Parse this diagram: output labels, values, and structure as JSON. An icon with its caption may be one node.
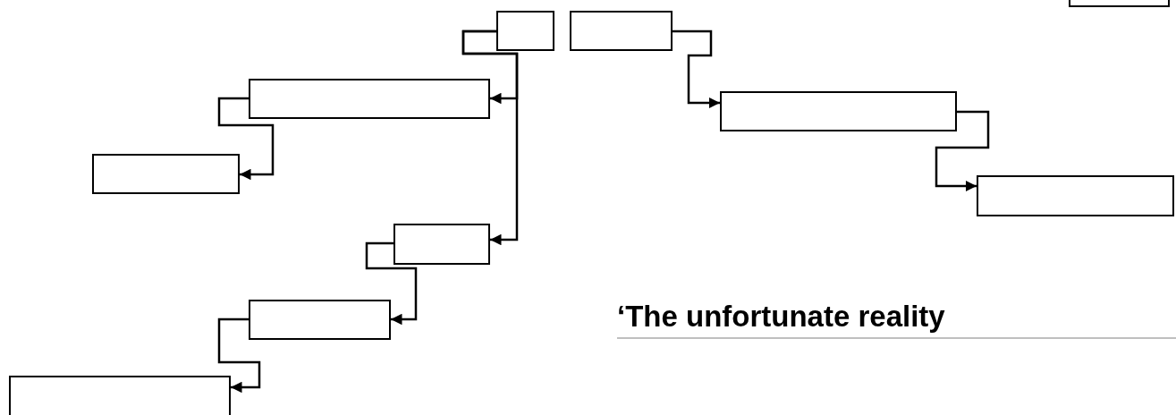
{
  "diagram": {
    "nodes": [
      {
        "text": [],
        "shape": "box"
      },
      {
        "text": [],
        "shape": "box"
      },
      {
        "text": [],
        "shape": "box"
      },
      {
        "text": [],
        "shape": "box"
      },
      {
        "text": [],
        "shape": "box"
      },
      {
        "text": [],
        "shape": "box"
      },
      {
        "text": [],
        "shape": "box"
      },
      {
        "text": [],
        "shape": "box"
      },
      {
        "text": [],
        "shape": "box"
      },
      {
        "text": [],
        "shape": "box"
      }
    ],
    "edges": [
      {
        "from": 0,
        "to": 3,
        "arrow": "to"
      },
      {
        "from": 0,
        "to": 7,
        "arrow": "to"
      },
      {
        "from": 3,
        "to": 5,
        "arrow": "to"
      },
      {
        "from": 7,
        "to": 8,
        "arrow": "to"
      },
      {
        "from": 8,
        "to": 9,
        "arrow": "to"
      },
      {
        "from": 1,
        "to": 4,
        "arrow": "to"
      },
      {
        "from": 4,
        "to": 6,
        "arrow": "to"
      }
    ],
    "labels": [
      "‘The unfortunate reality"
    ]
  }
}
